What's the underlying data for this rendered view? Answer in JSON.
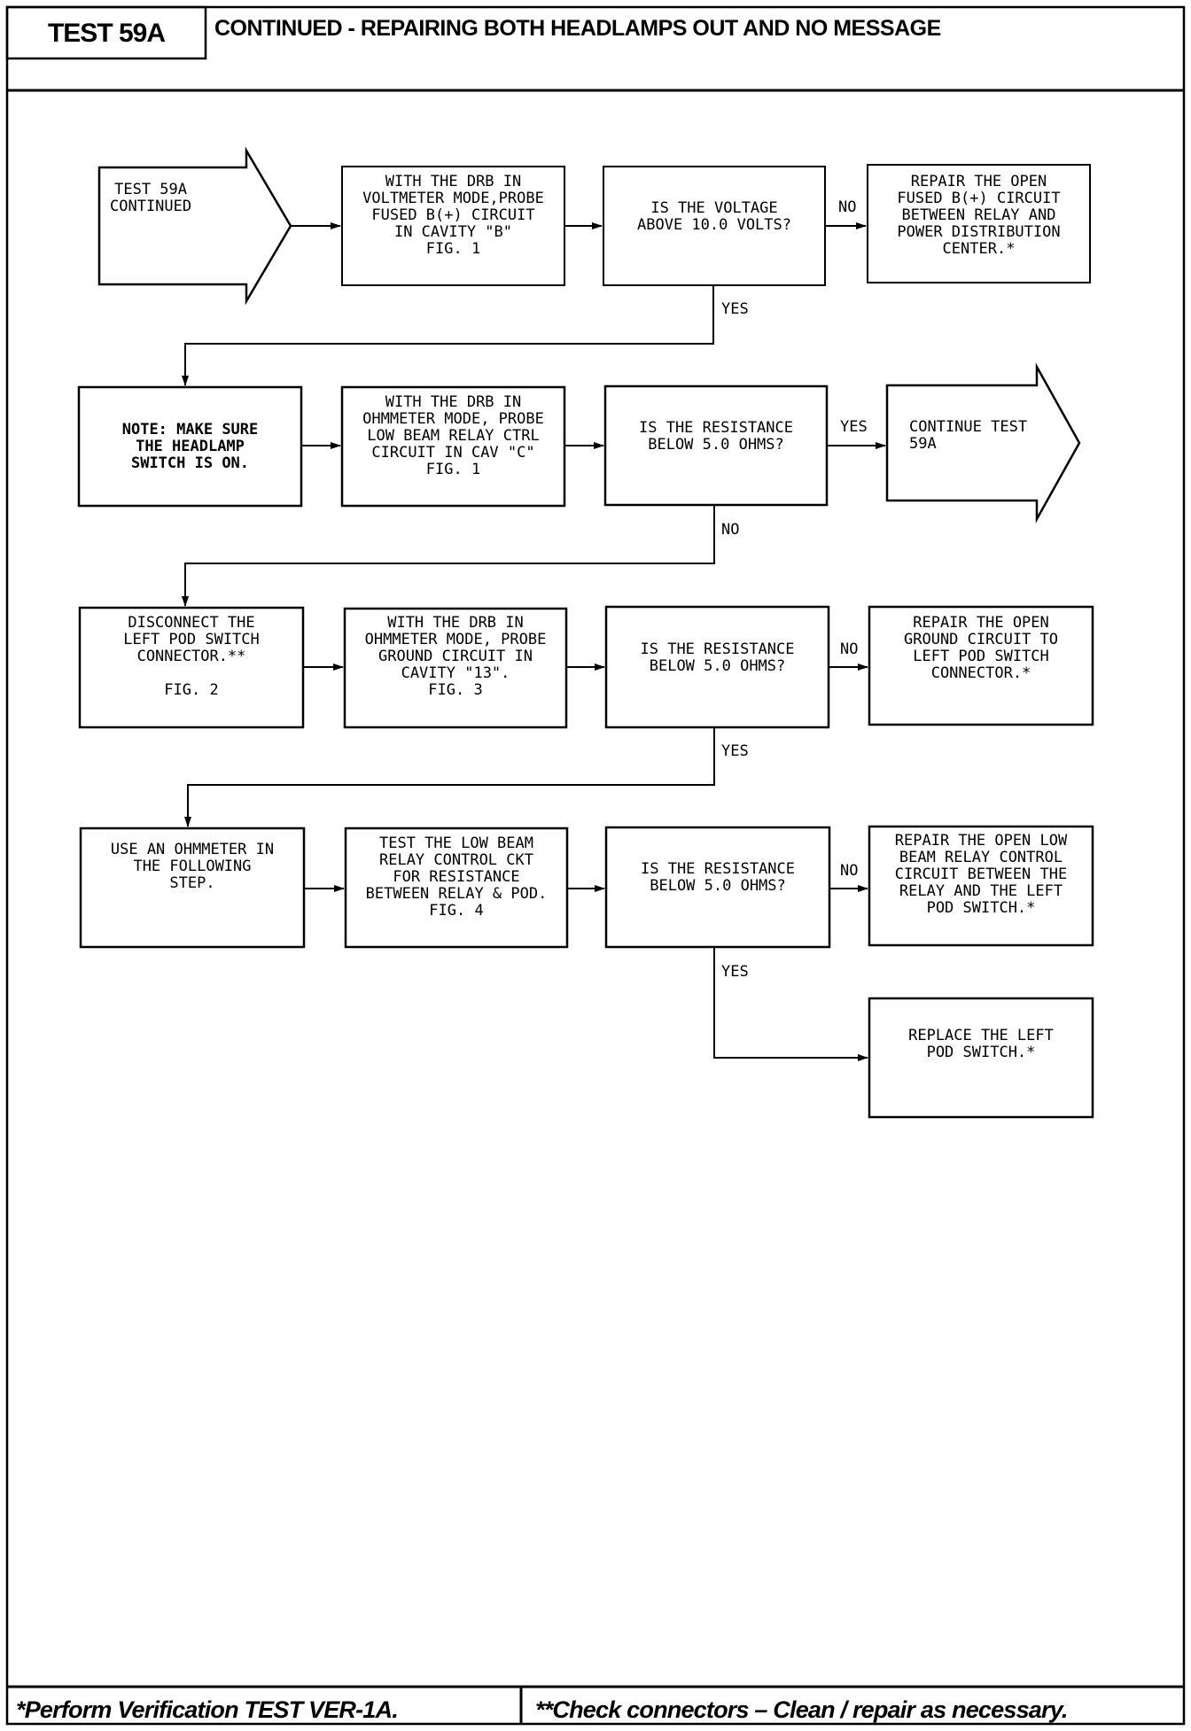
{
  "header": {
    "test_label": "TEST 59A",
    "title": "CONTINUED - REPAIRING BOTH HEADLAMPS OUT AND NO MESSAGE"
  },
  "flow": {
    "start": "TEST 59A\nCONTINUED",
    "step1": "WITH THE DRB IN\nVOLTMETER MODE,PROBE\nFUSED B(+) CIRCUIT\nIN CAVITY \"B\"\nFIG. 1",
    "q1": "IS THE VOLTAGE\nABOVE 10.0 VOLTS?",
    "q1_no": "NO",
    "repair1": "REPAIR THE OPEN\nFUSED B(+) CIRCUIT\nBETWEEN RELAY AND\nPOWER DISTRIBUTION\nCENTER.*",
    "q1_yes": "YES",
    "note": "NOTE: MAKE SURE\nTHE HEADLAMP\nSWITCH IS ON.",
    "step2": "WITH THE DRB IN\nOHMMETER MODE, PROBE\nLOW BEAM RELAY CTRL\nCIRCUIT IN CAV \"C\"\nFIG. 1",
    "q2": "IS THE RESISTANCE\nBELOW 5.0 OHMS?",
    "q2_yes": "YES",
    "continue": "CONTINUE TEST\n59A",
    "q2_no": "NO",
    "disconnect": "DISCONNECT THE\nLEFT POD SWITCH\nCONNECTOR.**\n\nFIG. 2",
    "step3": "WITH THE DRB IN\nOHMMETER MODE, PROBE\nGROUND CIRCUIT IN\nCAVITY \"13\".\nFIG. 3",
    "q3": "IS THE RESISTANCE\nBELOW 5.0 OHMS?",
    "q3_no": "NO",
    "repair3": "REPAIR THE OPEN\nGROUND CIRCUIT TO\nLEFT POD SWITCH\nCONNECTOR.*",
    "q3_yes": "YES",
    "use_ohm": "USE AN OHMMETER IN\nTHE FOLLOWING\nSTEP.",
    "step4": "TEST THE LOW BEAM\nRELAY CONTROL CKT\nFOR RESISTANCE\nBETWEEN RELAY & POD.\nFIG. 4",
    "q4": "IS THE RESISTANCE\nBELOW 5.0 OHMS?",
    "q4_no": "NO",
    "repair4": "REPAIR THE OPEN LOW\nBEAM RELAY CONTROL\nCIRCUIT BETWEEN THE\nRELAY AND THE LEFT\nPOD SWITCH.*",
    "q4_yes": "YES",
    "replace": "REPLACE THE LEFT\nPOD SWITCH.*"
  },
  "footer": {
    "left": "*Perform Verification TEST VER-1A.",
    "right": "**Check connectors – Clean / repair as necessary."
  }
}
